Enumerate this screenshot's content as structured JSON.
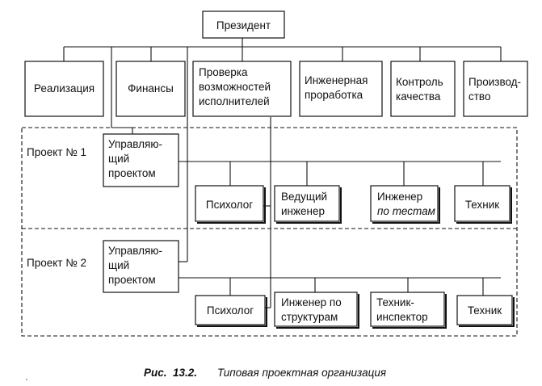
{
  "president": "Президент",
  "departments": {
    "sales": "Реализация",
    "finance": "Финансы",
    "contractor_check": [
      "Проверка",
      "возможностей",
      "исполнителей"
    ],
    "engineering": [
      "Инженерная",
      "проработка"
    ],
    "quality": [
      "Контроль",
      "качества"
    ],
    "production": [
      "Производ-",
      "ство"
    ]
  },
  "projects": [
    {
      "label": "Проект № 1",
      "manager": [
        "Управляю-",
        "щий",
        "проектом"
      ],
      "staff": {
        "psychologist": [
          "Психолог"
        ],
        "lead_engineer": [
          "Ведущий",
          "инженер"
        ],
        "test_engineer": [
          "Инженер",
          "по тестам"
        ],
        "technician": [
          "Техник"
        ]
      }
    },
    {
      "label": "Проект № 2",
      "manager": [
        "Управляю-",
        "щий",
        "проектом"
      ],
      "staff": {
        "psychologist": [
          "Психолог"
        ],
        "structures_engineer": [
          "Инженер по",
          "структурам"
        ],
        "inspector": [
          "Техник-",
          "инспектор"
        ],
        "technician": [
          "Техник"
        ]
      }
    }
  ],
  "caption": {
    "prefix": "Рис.  13.2.",
    "text": "Типовая проектная организация"
  }
}
